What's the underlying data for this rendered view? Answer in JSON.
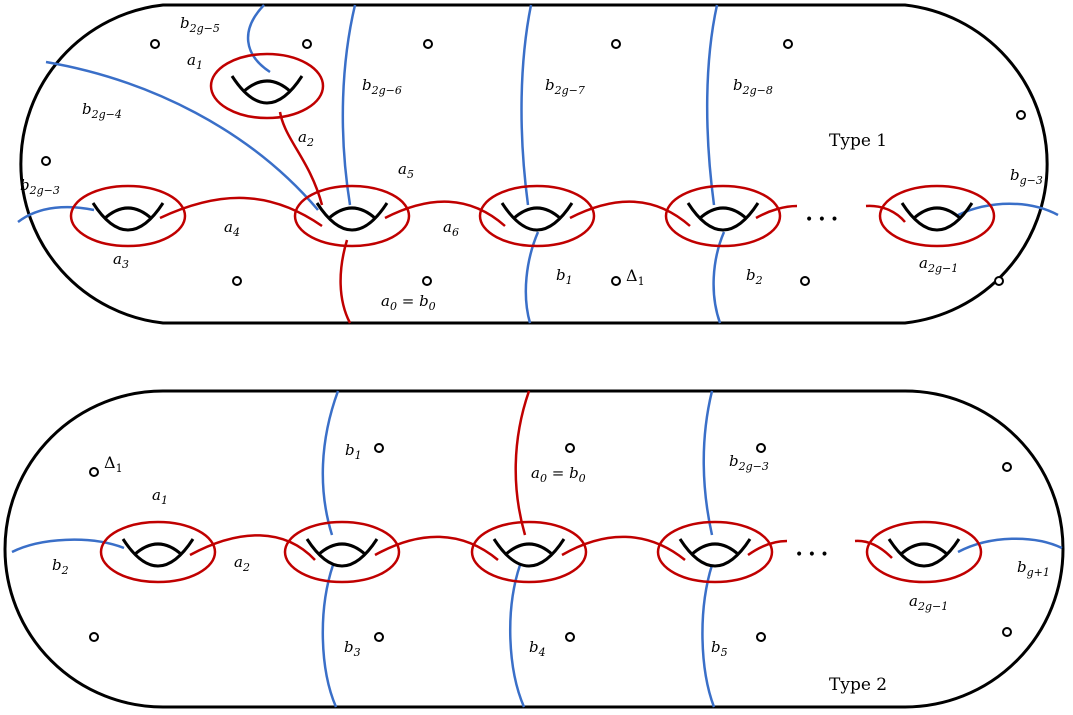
{
  "colors": {
    "outline": "#000000",
    "a_curve": "#c00000",
    "b_curve": "#3a6fc8",
    "background": "#ffffff"
  },
  "type1": {
    "title": "Type 1",
    "labels": {
      "b2g5_base": "b",
      "b2g5_sub": "2g−5",
      "a1_base": "a",
      "a1_sub": "1",
      "b2g6_base": "b",
      "b2g6_sub": "2g−6",
      "b2g7_base": "b",
      "b2g7_sub": "2g−7",
      "b2g8_base": "b",
      "b2g8_sub": "2g−8",
      "b2g4_base": "b",
      "b2g4_sub": "2g−4",
      "a2_base": "a",
      "a2_sub": "2",
      "a5_base": "a",
      "a5_sub": "5",
      "b2g3_base": "b",
      "b2g3_sub": "2g−3",
      "bg3_base": "b",
      "bg3_sub": "g−3",
      "a4_base": "a",
      "a4_sub": "4",
      "a6_base": "a",
      "a6_sub": "6",
      "a3_base": "a",
      "a3_sub": "3",
      "b1_base": "b",
      "b1_sub": "1",
      "delta_base": "Δ",
      "delta_sub": "1",
      "b2_base": "b",
      "b2_sub": "2",
      "a2g1_base": "a",
      "a2g1_sub": "2g−1",
      "a0_base": "a",
      "a0_sub": "0",
      "a0_eq": " = ",
      "b0_base": "b",
      "b0_sub": "0",
      "dots": "• • •"
    }
  },
  "type2": {
    "title": "Type 2",
    "labels": {
      "delta_base": "Δ",
      "delta_sub": "1",
      "a1_base": "a",
      "a1_sub": "1",
      "b1_base": "b",
      "b1_sub": "1",
      "a0_base": "a",
      "a0_sub": "0",
      "a0_eq": " = ",
      "b0_base": "b",
      "b0_sub": "0",
      "b2g3_base": "b",
      "b2g3_sub": "2g−3",
      "b2_base": "b",
      "b2_sub": "2",
      "a2_base": "a",
      "a2_sub": "2",
      "bg1_base": "b",
      "bg1_sub": "g+1",
      "a2g1_base": "a",
      "a2g1_sub": "2g−1",
      "b3_base": "b",
      "b3_sub": "3",
      "b4_base": "b",
      "b4_sub": "4",
      "b5_base": "b",
      "b5_sub": "5",
      "dots": "• • •"
    }
  }
}
